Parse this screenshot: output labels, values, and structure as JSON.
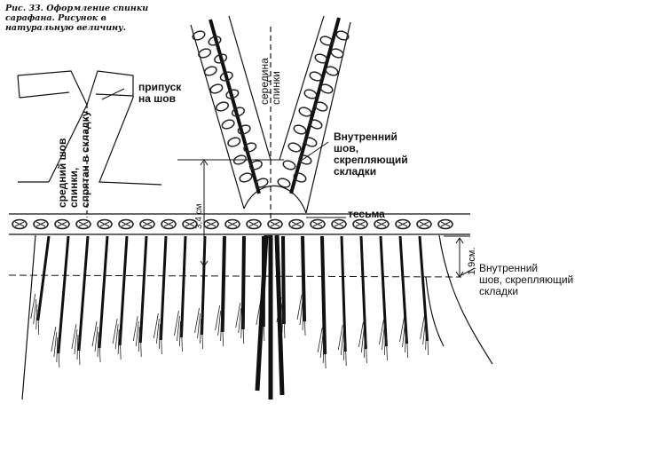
{
  "caption": {
    "line1": "Рис. 33. Оформление спинки",
    "line2": "сарафана. Рисунок в",
    "line3": "натуральную величину."
  },
  "labels": {
    "seam_allowance": {
      "line1": "припуск",
      "line2": "на шов"
    },
    "center_back": {
      "line1": "середина",
      "line2": "спинки"
    },
    "inner_seam_top": {
      "line1": "Внутренний",
      "line2": "шов,",
      "line3": "скрепляющий",
      "line4": "складки"
    },
    "braid": "тесьма",
    "inner_seam_bottom": {
      "line1": "Внутренний",
      "line2": "шов, скрепляющий",
      "line3": "складки"
    },
    "middle_seam": {
      "line1": "средний шов",
      "line2": "спинки,",
      "line3": "спрятан в складку"
    },
    "dim_left": "3,4 см",
    "dim_right": "1,9см."
  }
}
